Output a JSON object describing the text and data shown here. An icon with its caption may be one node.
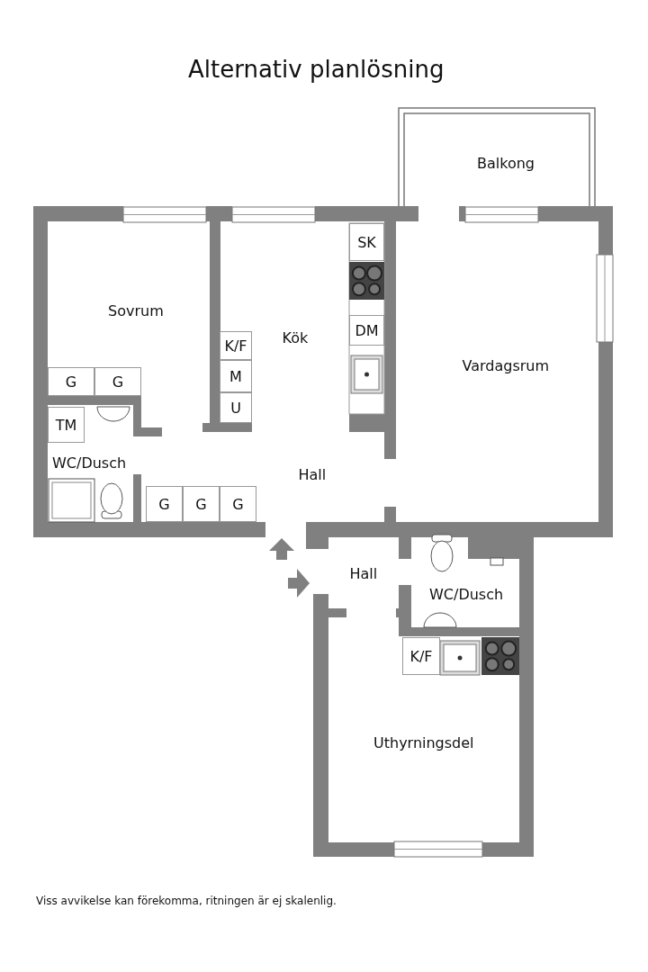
{
  "diagram": {
    "title": "Alternativ planlösning",
    "caption": "Viss avvikelse kan förekomma, ritningen är ej skalenlig.",
    "nodes": [
      {
        "text": [
          "SK"
        ]
      },
      {
        "text": [
          "DM"
        ]
      },
      {
        "text": [
          "K/F"
        ]
      },
      {
        "text": [
          "M"
        ]
      },
      {
        "text": [
          "G"
        ]
      },
      {
        "text": [
          "G"
        ]
      },
      {
        "text": [
          "U"
        ]
      },
      {
        "text": [
          "TM"
        ]
      },
      {
        "text": [
          "G"
        ]
      },
      {
        "text": [
          "G"
        ]
      },
      {
        "text": [
          "G"
        ]
      },
      {
        "text": [
          "K/F"
        ]
      }
    ],
    "edges": [],
    "labels": [
      "Balkong",
      "Sovrum",
      "Kök",
      "Vardagsrum",
      "WC/Dusch",
      "Hall",
      "Hall",
      "WC/Dusch",
      "Uthyrningsdel"
    ]
  }
}
